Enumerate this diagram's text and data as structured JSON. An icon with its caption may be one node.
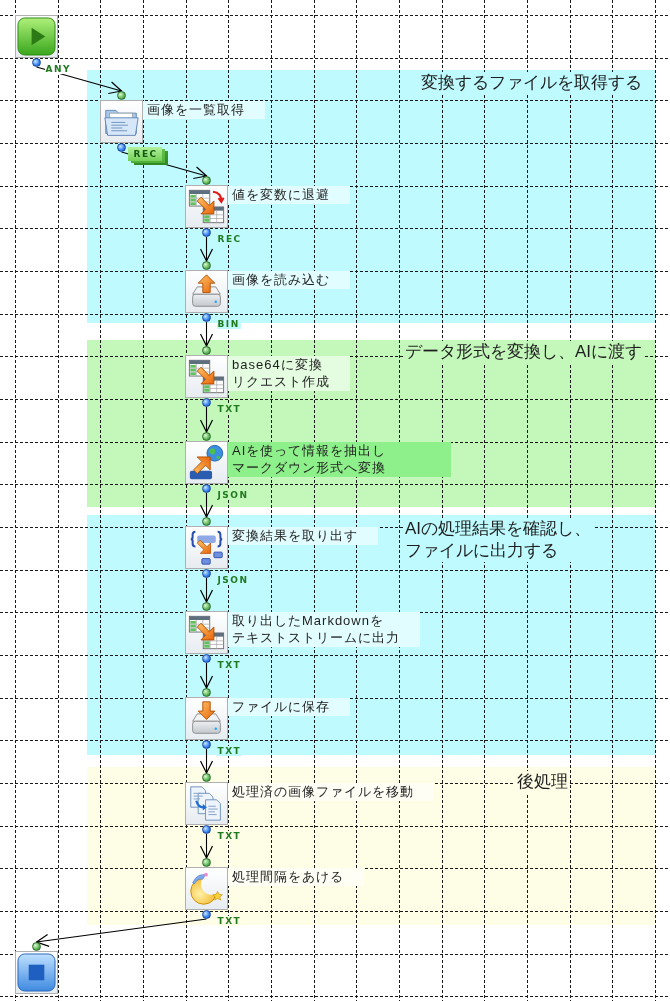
{
  "diagram": {
    "nodes": [
      {
        "text": [],
        "shape": "picture"
      },
      {
        "text": [
          "変換するファイルを取得する"
        ]
      },
      {
        "text": [
          "画像を一覧取得"
        ],
        "in": 1
      },
      {
        "text": [
          "値を変数に退避"
        ],
        "in": 1
      },
      {
        "text": [
          "画像を読み込む"
        ],
        "in": 1
      },
      {
        "text": [
          "データ形式を変換し、AIに渡す"
        ]
      },
      {
        "text": [
          "base64に変換リクエスト作成"
        ],
        "in": 5
      },
      {
        "text": [
          "AIを使って情報を抽出しマークダウン形式へ変換"
        ],
        "in": 5
      },
      {
        "text": [
          "AIの処理結果を確認し、ファイルに出力する"
        ]
      },
      {
        "text": [
          "変換結果を取り出す"
        ],
        "in": 8
      },
      {
        "text": [
          "取り出したMarkdownをテキストストリームに出力"
        ],
        "in": 8
      },
      {
        "text": [
          "ファイルに保存"
        ],
        "in": 8
      },
      {
        "text": [
          "後処理"
        ]
      },
      {
        "text": [
          "処理済の画像ファイルを移動"
        ],
        "in": 12
      },
      {
        "text": [
          "処理間隔をあける"
        ],
        "in": 12
      },
      {
        "text": [],
        "shape": "picture"
      }
    ],
    "edges": [
      {
        "from": 0,
        "to": 2,
        "arrow": "to",
        "label": "ANY"
      },
      {
        "from": 2,
        "to": 3,
        "arrow": "to",
        "label": "REC"
      },
      {
        "from": 3,
        "to": 4,
        "arrow": "to",
        "label": "REC"
      },
      {
        "from": 4,
        "to": 6,
        "arrow": "to",
        "label": "BIN"
      },
      {
        "from": 6,
        "to": 7,
        "arrow": "to",
        "label": "TXT"
      },
      {
        "from": 7,
        "to": 9,
        "arrow": "to",
        "label": "JSON"
      },
      {
        "from": 9,
        "to": 10,
        "arrow": "to",
        "label": "JSON"
      },
      {
        "from": 10,
        "to": 11,
        "arrow": "to",
        "label": "TXT"
      },
      {
        "from": 11,
        "to": 13,
        "arrow": "to",
        "label": "TXT"
      },
      {
        "from": 13,
        "to": 14,
        "arrow": "to",
        "label": "TXT"
      },
      {
        "from": 14,
        "to": 15,
        "arrow": "to",
        "label": "TXT"
      }
    ]
  }
}
